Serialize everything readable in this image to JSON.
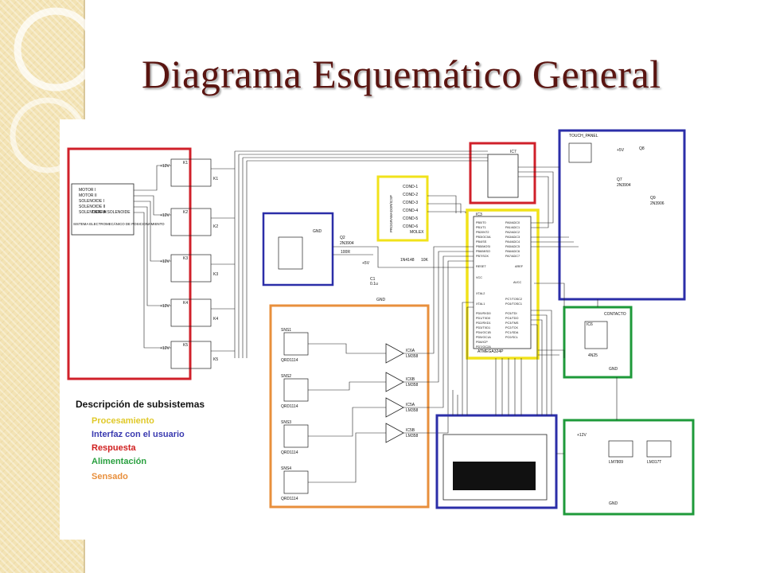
{
  "slide": {
    "title": "Diagrama Esquemático General"
  },
  "colors": {
    "title": "#5a1511",
    "red": "#d0202a",
    "blue": "#2b2ea8",
    "yellow": "#f1e21a",
    "green": "#1e9a3a",
    "orange": "#e88f3c",
    "legend_processing": "#e0c92a",
    "legend_interface": "#3a3ab0",
    "legend_response": "#d02020",
    "legend_power": "#2aa040",
    "legend_sensing": "#e88f3c"
  },
  "legend": {
    "heading": "Descripción de subsistemas",
    "items": [
      {
        "label": "Procesamiento",
        "color": "#e0c92a"
      },
      {
        "label": "Interfaz con el usuario",
        "color": "#3a3ab0"
      },
      {
        "label": "Respuesta",
        "color": "#d02020"
      },
      {
        "label": "Alimentación",
        "color": "#2aa040"
      },
      {
        "label": "Sensado",
        "color": "#e88f3c"
      }
    ]
  },
  "labels": {
    "ic7": "IC7",
    "ic3": "IC3",
    "mcu": "ATMEGA324P",
    "touch_panel": "TOUCH_PANEL",
    "programmer": "PROGRAMADOR/ICSP",
    "molex": "MOLEX",
    "positioning_system": "SISTEMA ELECTROMECÁNICO DE POSICIONAMIENTO",
    "motor1": "MOTOR I",
    "motor2": "MOTOR II",
    "solenoid1": "SOLENOIDE I",
    "solenoid2": "SOLENOIDE II",
    "solenoid3": "SOLENOIDE III",
    "ground_solenoid": "TIERRA SOLENOIDE",
    "k1": "K1",
    "k2": "K2",
    "k3": "K3",
    "k4": "K4",
    "k5": "K5",
    "q2": "Q2",
    "q7": "Q7",
    "q8": "Q8",
    "q9": "Q9",
    "q2_part": "2N3904",
    "pnp_part": "2N3906",
    "ic6": "IC6",
    "ic6_part": "4N25",
    "contact": "CONTACTO",
    "ic6a": "IC6A",
    "ic6b": "IC6B",
    "ic5a": "IC5A",
    "ic5b": "IC5B",
    "comparator": "LM358",
    "sns_parts": [
      "SNS1",
      "SNS2",
      "SNS3",
      "SNS4"
    ],
    "sensor_part": "QRD1114",
    "regulator1": "LM7809",
    "regulator2": "LM317T",
    "plus5": "+5V",
    "plus12": "+12V",
    "gnd": "GND",
    "diode": "1N4148",
    "r_100": "100R",
    "r_10k": "10K",
    "c1": "C1",
    "c1_val": "0.1u",
    "reset": "RESET",
    "vcc": "VCC",
    "aref": "AREF",
    "xtal1": "XTAL1",
    "xtal2": "XTAL2",
    "avcc": "AVCC",
    "cond": [
      "COND-1",
      "COND-2",
      "COND-3",
      "COND-4",
      "COND-5",
      "COND-6"
    ],
    "pin_left": [
      "PB0/T0",
      "PB1/T1",
      "PB2/INT2",
      "PB3/OC0A",
      "PB4/SS",
      "PB5/MOSI",
      "PB6/MISO",
      "PB7/SCK"
    ],
    "pin_right": [
      "PA0/ADC0",
      "PA1/ADC1",
      "PA2/ADC2",
      "PA3/ADC3",
      "PA4/ADC4",
      "PA5/ADC5",
      "PA6/ADC6",
      "PA7/ADC7"
    ],
    "pin_port_c": [
      "PC0/SCL",
      "PC1/SDA",
      "PC2/TCK",
      "PC3/TMS",
      "PC4/TDO",
      "PC5/TDI",
      "PC6/TOSC1",
      "PC7/TOSC2"
    ],
    "pin_port_d": [
      "PD0/RXD0",
      "PD1/TXD0",
      "PD2/RXD1",
      "PD3/TXD1",
      "PD4/OC1B",
      "PD5/OC1A",
      "PD6/ICP",
      "PD7/OC2A"
    ]
  }
}
